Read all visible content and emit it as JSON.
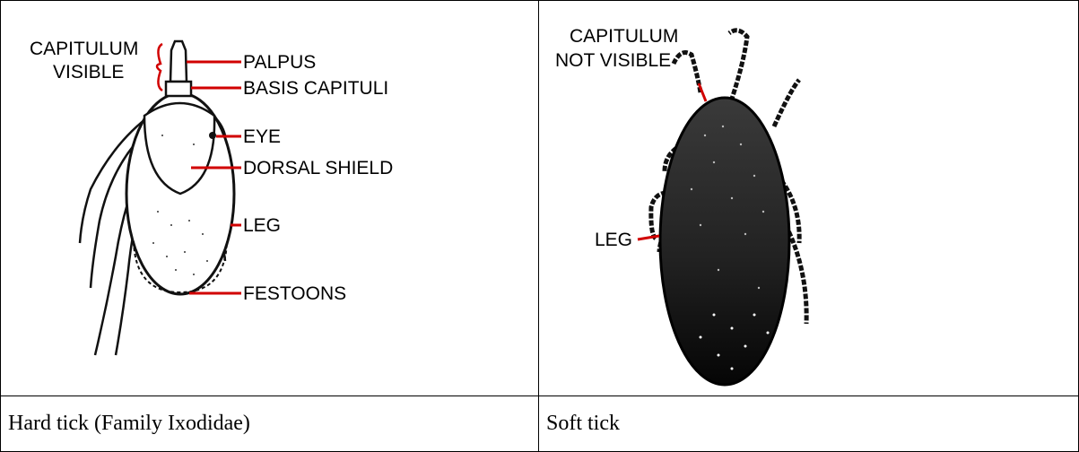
{
  "hard_tick": {
    "labels": {
      "capitulum_line1": "CAPITULUM",
      "capitulum_line2": "VISIBLE",
      "palpus": "PALPUS",
      "basis_capituli": "BASIS CAPITULI",
      "eye": "EYE",
      "dorsal_shield": "DORSAL SHIELD",
      "leg": "LEG",
      "festoons": "FESTOONS"
    },
    "caption": "Hard tick (Family Ixodidae)"
  },
  "soft_tick": {
    "labels": {
      "capitulum_line1": "CAPITULUM",
      "capitulum_line2": "NOT VISIBLE",
      "leg": "LEG"
    },
    "caption": "Soft tick"
  },
  "colors": {
    "pointer_line": "#d10000",
    "border": "#000000"
  }
}
